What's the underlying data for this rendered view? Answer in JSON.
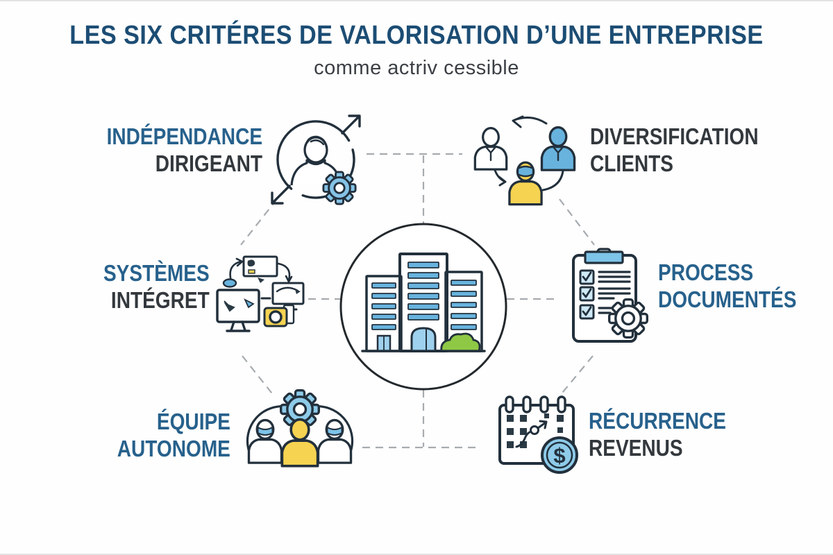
{
  "header": {
    "title": "LES SIX CRITÉRES DE VALORISATION D’UNE ENTREPRISE",
    "subtitle": "comme actriv cessible"
  },
  "criteria": [
    {
      "id": "independance-dirigeant",
      "line1": "INDÉPENDANCE",
      "line2": "DIRIGEANT",
      "position": "top-left",
      "icon": "leader-independence-icon"
    },
    {
      "id": "diversification-clients",
      "line1": "DIVERSIFICATION",
      "line2": "CLIENTS",
      "position": "top-right",
      "icon": "clients-cycle-icon"
    },
    {
      "id": "systemes-integret",
      "line1": "SYSTÈMES",
      "line2": "INTÉGRET",
      "position": "middle-left",
      "icon": "connected-devices-icon"
    },
    {
      "id": "process-documentes",
      "line1": "PROCESS",
      "line2": "DOCUMENTÉS",
      "position": "middle-right",
      "icon": "checklist-gear-icon"
    },
    {
      "id": "equipe-autonome",
      "line1": "ÉQUIPE",
      "line2": "AUTONOME",
      "position": "bottom-left",
      "icon": "team-gear-icon"
    },
    {
      "id": "recurrence-revenus",
      "line1": "RÉCURRENCE",
      "line2": "REVENUS",
      "position": "bottom-right",
      "icon": "calendar-dollar-icon"
    }
  ],
  "center_icon": "office-building-icon",
  "icons": {
    "dollar_symbol": "$"
  },
  "colors": {
    "title_navy": "#1c4d74",
    "label_blue": "#27618c",
    "label_dark": "#33383d",
    "outline_ink": "#22303c",
    "fill_blue": "#68b3de",
    "fill_blue_light": "#8ecbe9",
    "fill_yellow": "#f6d351",
    "fill_green": "#8fc845",
    "dash_gray": "#a6abaf"
  }
}
